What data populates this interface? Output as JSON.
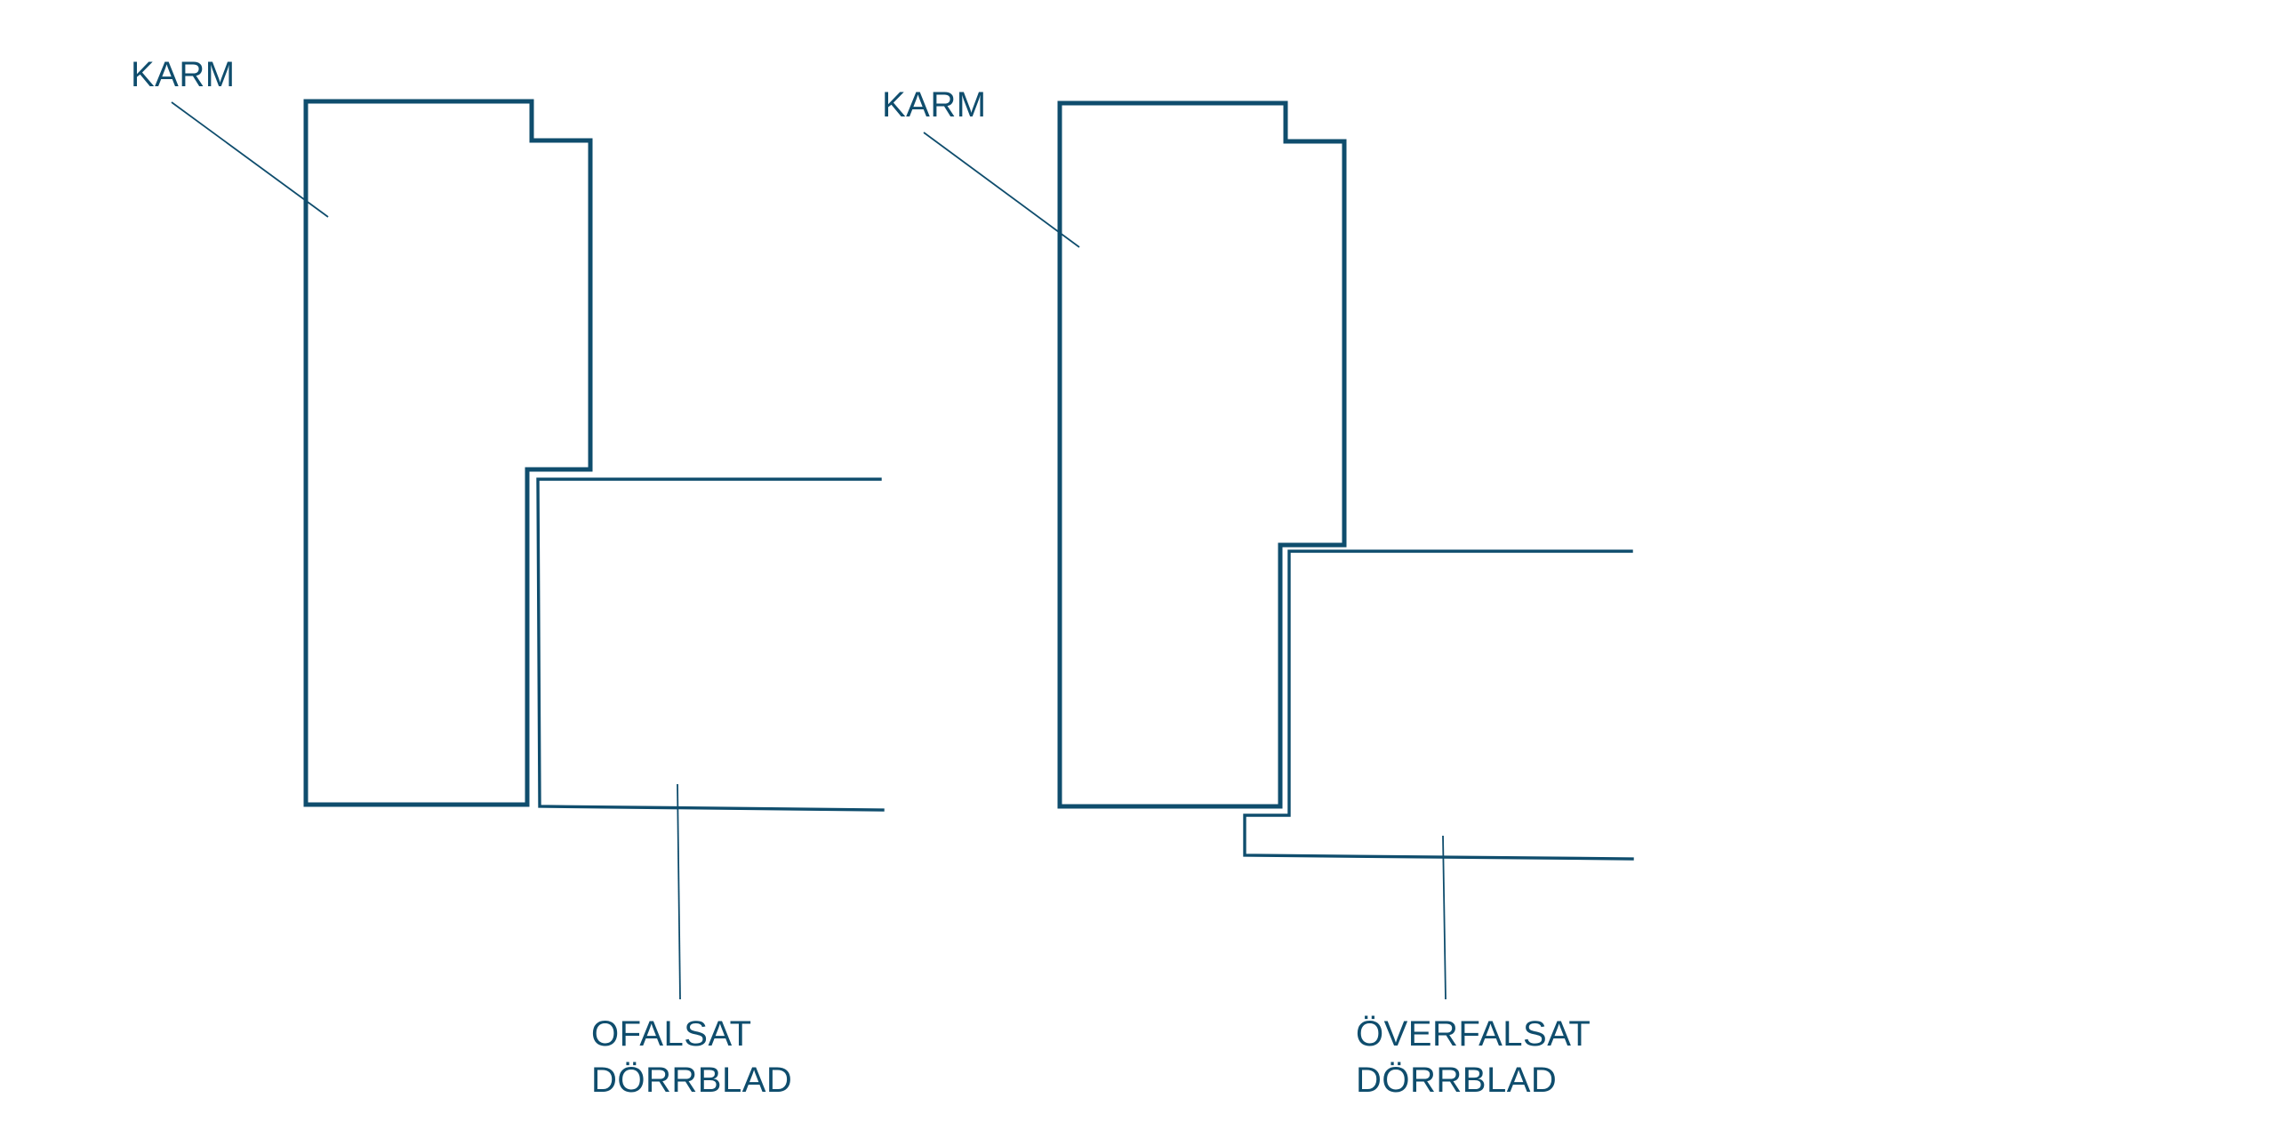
{
  "diagram": {
    "stroke_color": "#0f4d6d",
    "background_color": "#ffffff",
    "left": {
      "frame_label": "KARM",
      "door_label_line1": "OFALSAT",
      "door_label_line2": "DÖRRBLAD"
    },
    "right": {
      "frame_label": "KARM",
      "door_label_line1": "ÖVERFALSAT",
      "door_label_line2": "DÖRRBLAD"
    }
  }
}
